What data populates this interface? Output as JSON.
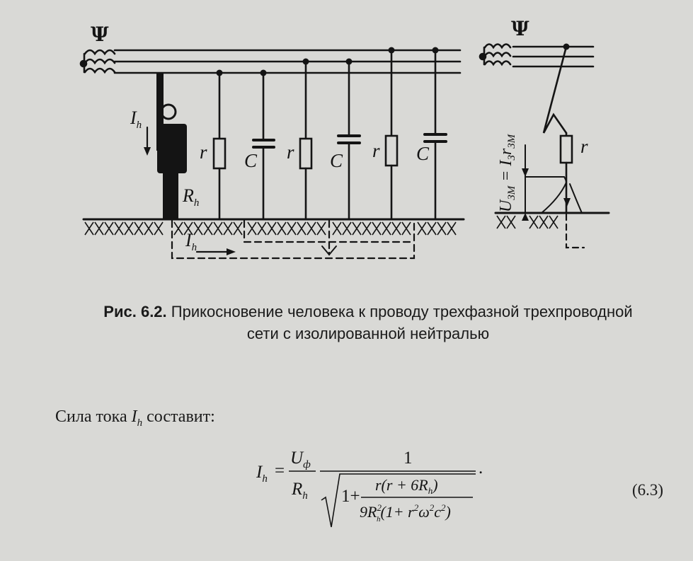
{
  "diagram": {
    "labels": {
      "psi": "Ψ",
      "current": "I",
      "current_sub": "h",
      "resistance": "R",
      "resistance_sub": "h",
      "r": "r",
      "c": "C",
      "voltage": "U",
      "voltage_sub": "ЗМ",
      "equals": " = I",
      "equals_sub": "З",
      "rz": "r",
      "rz_sub": "ЗМ"
    }
  },
  "caption": {
    "label": "Рис. 6.2.",
    "line1": "Прикосновение человека к проводу трехфазной трехпроводной",
    "line2": "сети с изолированной нейтралью"
  },
  "text": {
    "intro": "Сила тока",
    "var": "I",
    "var_sub": "h",
    "tail": "составит:"
  },
  "formula": {
    "lhs": "I",
    "lhs_sub": "h",
    "eq": "=",
    "num": "U",
    "num_sub": "ф",
    "den": "R",
    "den_sub": "h",
    "one": "1",
    "one_plus": "1+",
    "inner_num": "r(r + 6R",
    "inner_num_sub": "h",
    "inner_num_close": ")",
    "inner_den_a": "9R",
    "inner_den_sup": "2",
    "inner_den_sub": "h",
    "inner_den_b": "(1+ r",
    "inner_den_b_sup": "2",
    "inner_den_c": "ω",
    "inner_den_c_sup": "2",
    "inner_den_d": "c",
    "inner_den_d_sup": "2",
    "inner_den_e": ")",
    "period": ".",
    "number": "(6.3)"
  }
}
